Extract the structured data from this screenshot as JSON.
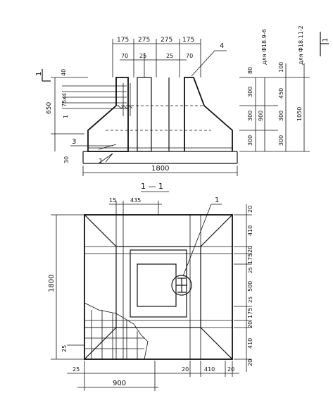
{
  "top_section": {
    "top_dims": [
      "175",
      "275",
      "275",
      "175"
    ],
    "inner_dims": [
      "70",
      "25",
      "25",
      "70"
    ],
    "left_dims": [
      "40",
      "650",
      "75x4"
    ],
    "callouts": [
      "4",
      "1",
      "3",
      "30",
      "1"
    ],
    "right_dims_a": [
      "80",
      "300",
      "300",
      "300",
      "900"
    ],
    "right_dims_b": [
      "100",
      "450",
      "300",
      "300",
      "1050"
    ],
    "right_labels": [
      "для Ф18.9-6",
      "для Ф18.11-2"
    ],
    "bottom_dim": "1800",
    "section_mark_left": "1",
    "section_mark_right": "1"
  },
  "plan_section": {
    "title": "1 — 1",
    "top_dims": [
      "15",
      "435"
    ],
    "callout": "1",
    "left_dim": "1800",
    "left_small": "25",
    "right_dims": [
      "20",
      "410",
      "20",
      "175",
      "25",
      "500",
      "25",
      "175",
      "20",
      "410",
      "20"
    ],
    "bottom_dims": [
      "25",
      "20",
      "410",
      "20"
    ],
    "bottom_main": "900"
  }
}
